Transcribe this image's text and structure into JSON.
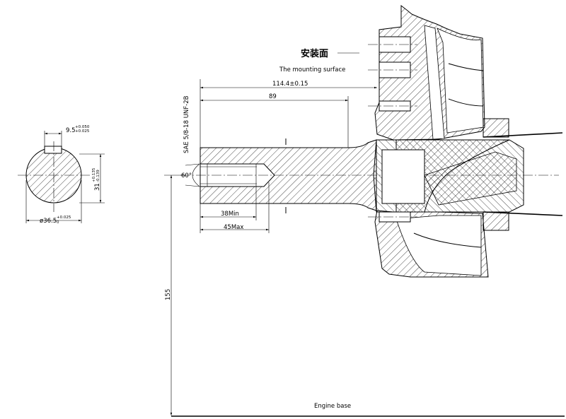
{
  "labels": {
    "mounting_surface_cn": "安装面",
    "mounting_surface_en": "The mounting surface",
    "engine_base": "Engine base",
    "height": "155",
    "total_length": "114.4±0.15",
    "shaft_length": "89",
    "thread": "SAE 5/8-18 UNF-2B",
    "thread_min": "38Min",
    "thread_max": "45Max",
    "angle": "60°",
    "key_width": "9.5",
    "key_width_tol_upper": "+0.050",
    "key_width_tol_lower": "+0.025",
    "key_depth": "31",
    "key_depth_tol_upper": "+0.135",
    "key_depth_tol_lower": "-0.139",
    "diameter": "ø36.5",
    "diameter_tol_upper": "+0.025",
    "diameter_tol_lower": "0"
  }
}
